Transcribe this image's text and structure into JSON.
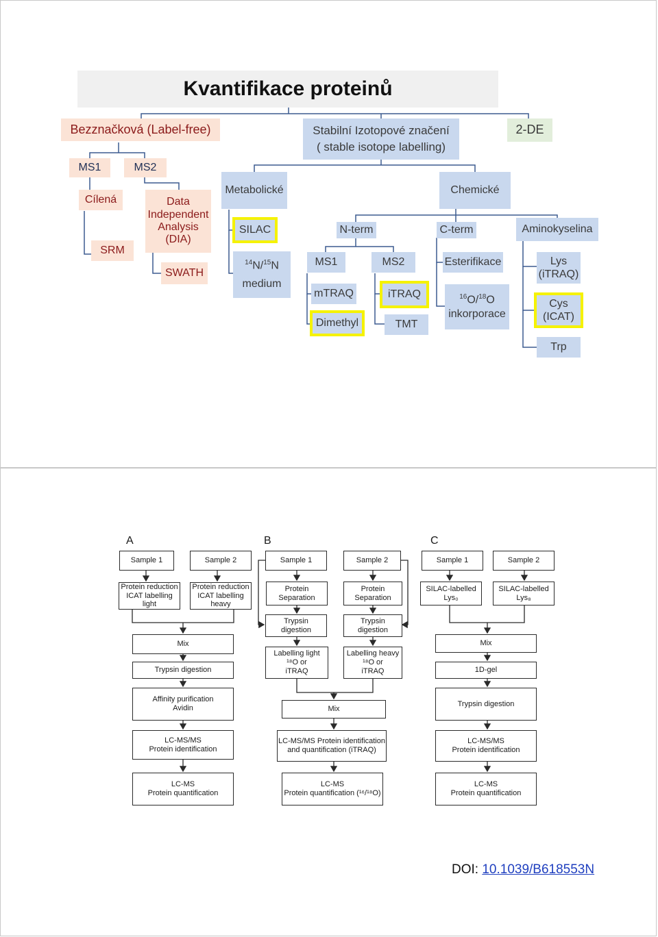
{
  "slide1": {
    "title": "Kvantifikace proteinů",
    "label_free": "Bezznačková (Label-free)",
    "ms1": "MS1",
    "ms2": "MS2",
    "cilena": "Cílená",
    "srm": "SRM",
    "dia": "Data\nIndependent\nAnalysis\n(DIA)",
    "swath": "SWATH",
    "stable_line1": "Stabilní Izotopové značení",
    "stable_line2": "( stable isotope labelling)",
    "two_de": "2-DE",
    "metabolicke": "Metabolické",
    "chemicke": "Chemické",
    "silac": "SILAC",
    "n_iso_14": "14",
    "n_iso_n1": "N/",
    "n_iso_15": "15",
    "n_iso_n2": "N",
    "medium": "medium",
    "n_term": "N-term",
    "c_term": "C-term",
    "aminokyselina": "Aminokyselina",
    "nterm_ms1": "MS1",
    "nterm_ms2": "MS2",
    "mtraq": "mTRAQ",
    "dimethyl": "Dimethyl",
    "itraq": "iTRAQ",
    "tmt": "TMT",
    "esterifikace": "Esterifikace",
    "o_16": "16",
    "o_o1": "O/",
    "o_18": "18",
    "o_o2": "O",
    "inkorporace": "inkorporace",
    "lys": "Lys\n(iTRAQ)",
    "cys": "Cys\n(ICAT)",
    "trp": "Trp"
  },
  "slide2": {
    "panel_a": "A",
    "panel_b": "B",
    "panel_c": "C",
    "a": {
      "sample1": "Sample 1",
      "sample2": "Sample 2",
      "reduction_light": "Protein reduction\nICAT labelling\nlight",
      "reduction_heavy": "Protein reduction\nICAT labelling\nheavy",
      "mix": "Mix",
      "trypsin": "Trypsin digestion",
      "affinity": "Affinity purification\nAvidin",
      "lcms_ident": "LC-MS/MS\nProtein identification",
      "lcms_quant": "LC-MS\nProtein quantification"
    },
    "b": {
      "sample1": "Sample 1",
      "sample2": "Sample 2",
      "separation1": "Protein\nSeparation",
      "separation2": "Protein\nSeparation",
      "trypsin1": "Trypsin\ndigestion",
      "trypsin2": "Trypsin\ndigestion",
      "label_light": "Labelling light\n¹⁸O or\niTRAQ",
      "label_heavy": "Labelling heavy\n¹⁸O or\niTRAQ",
      "mix": "Mix",
      "lcms_ident": "LC-MS/MS Protein identification\nand quantification (iTRAQ)",
      "lcms_quant": "LC-MS\nProtein quantification (¹⁶/¹⁸O)"
    },
    "c": {
      "sample1": "Sample 1",
      "sample2": "Sample 2",
      "silac_light": "SILAC-labelled\nLys₀",
      "silac_heavy": "SILAC-labelled\nLys₈",
      "mix": "Mix",
      "gel": "1D-gel",
      "trypsin": "Trypsin digestion",
      "lcms_ident": "LC-MS/MS\nProtein identification",
      "lcms_quant": "LC-MS\nProtein quantification"
    },
    "doi_prefix": "DOI: ",
    "doi_link": "10.1039/B618553N"
  },
  "colors": {
    "blue_box": "#c9d8ee",
    "peach_box": "#fbe3d6",
    "green_box": "#e2eedb",
    "title_box": "#f0f0f0",
    "highlight": "#f5f200",
    "link": "#1f3fbf"
  }
}
